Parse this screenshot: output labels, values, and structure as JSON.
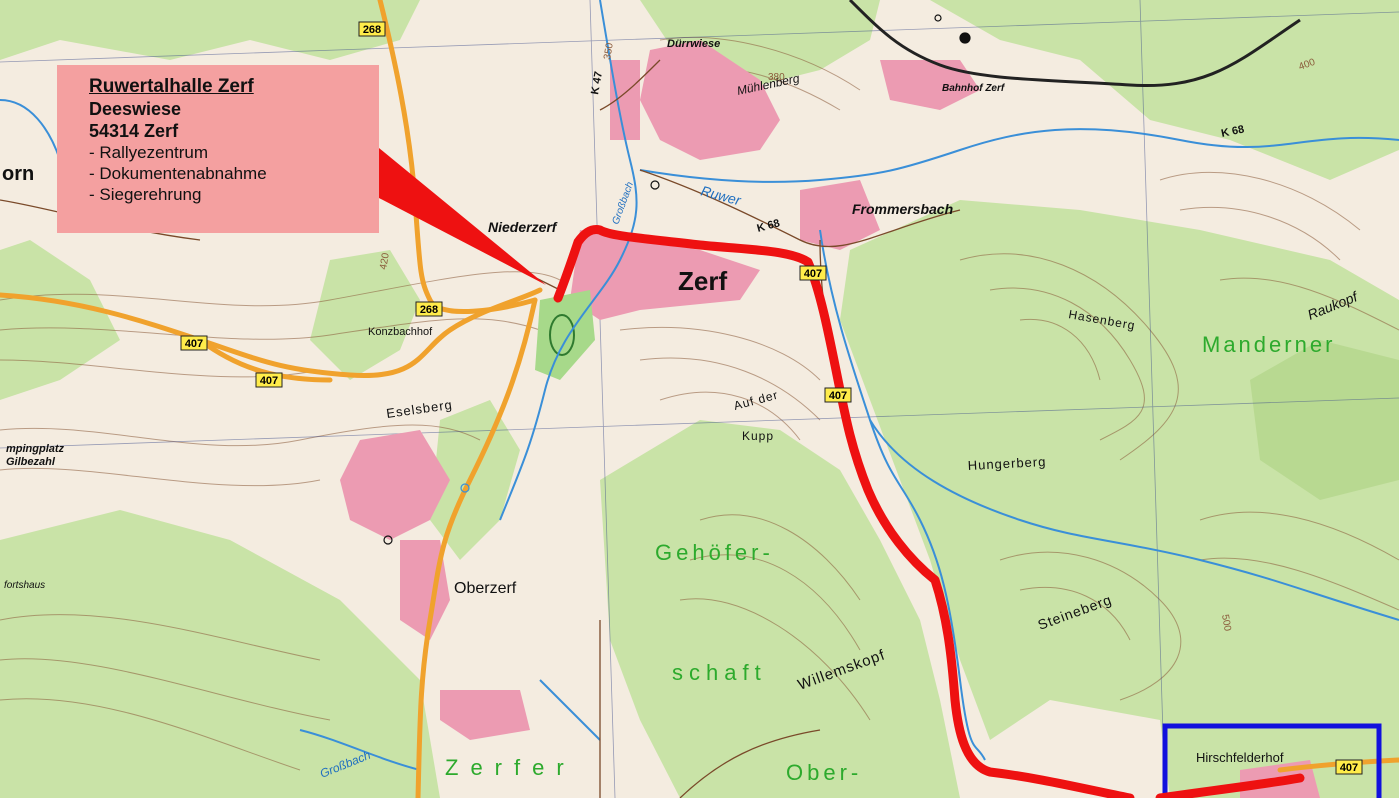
{
  "info_box": {
    "venue": "Ruwertalhalle Zerf",
    "street": "Deeswiese",
    "postcode_city": "54314 Zerf",
    "items": [
      "- Rallyezentrum",
      "- Dokumentenabnahme",
      "- Siegerehrung"
    ]
  },
  "places": {
    "zerf": "Zerf",
    "niederzerf": "Niederzerf",
    "frommersbach": "Frommersbach",
    "oberzerf": "Oberzerf",
    "duerrwiese": "Dürrwiese",
    "muehlenberg": "Mühlenberg",
    "bahnhof": "Bahnhof Zerf",
    "konzbachhof": "Konzbachhof",
    "eselsberg": "Eselsberg",
    "auf_der": "Auf der",
    "kupp": "Kupp",
    "hasenberg": "Hasenberg",
    "hungerberg": "Hungerberg",
    "steineberg": "Steineberg",
    "willemskopf": "Willemskopf",
    "raukopf": "Raukopf",
    "manderner": "Manderner",
    "gehoefer": "Gehöfer-",
    "schaft": "schaft",
    "zerfer": "Zerfer",
    "ober": "Ober-",
    "hirschfelderhof": "Hirschfelderhof",
    "campingplatz": "mpingplatz",
    "gibezahl": "Gilbezahl",
    "orn": "orn",
    "forsthaus": "fortshaus"
  },
  "water": {
    "ruwer": "Ruwer",
    "grossbach": "Großbach",
    "grossbach2": "Großbach"
  },
  "roads": {
    "r268a": "268",
    "r268b": "268",
    "r407a": "407",
    "r407b": "407",
    "r407c": "407",
    "r407d": "407",
    "r407e": "407",
    "k47": "K 47",
    "k68a": "K 68",
    "k68b": "K 68"
  },
  "elevations": {
    "e380": "380",
    "e350": "350",
    "e400": "400",
    "e420": "420",
    "e500": "500"
  },
  "colors": {
    "forest": "#c9e3a7",
    "open_land": "#f4ece0",
    "settlement": "#ec9bb2",
    "route": "#ee1111",
    "water": "#3a8fd8",
    "main_road": "#f0a22d",
    "contour": "#8a5a3a",
    "highlight_box": "#1111dd"
  }
}
